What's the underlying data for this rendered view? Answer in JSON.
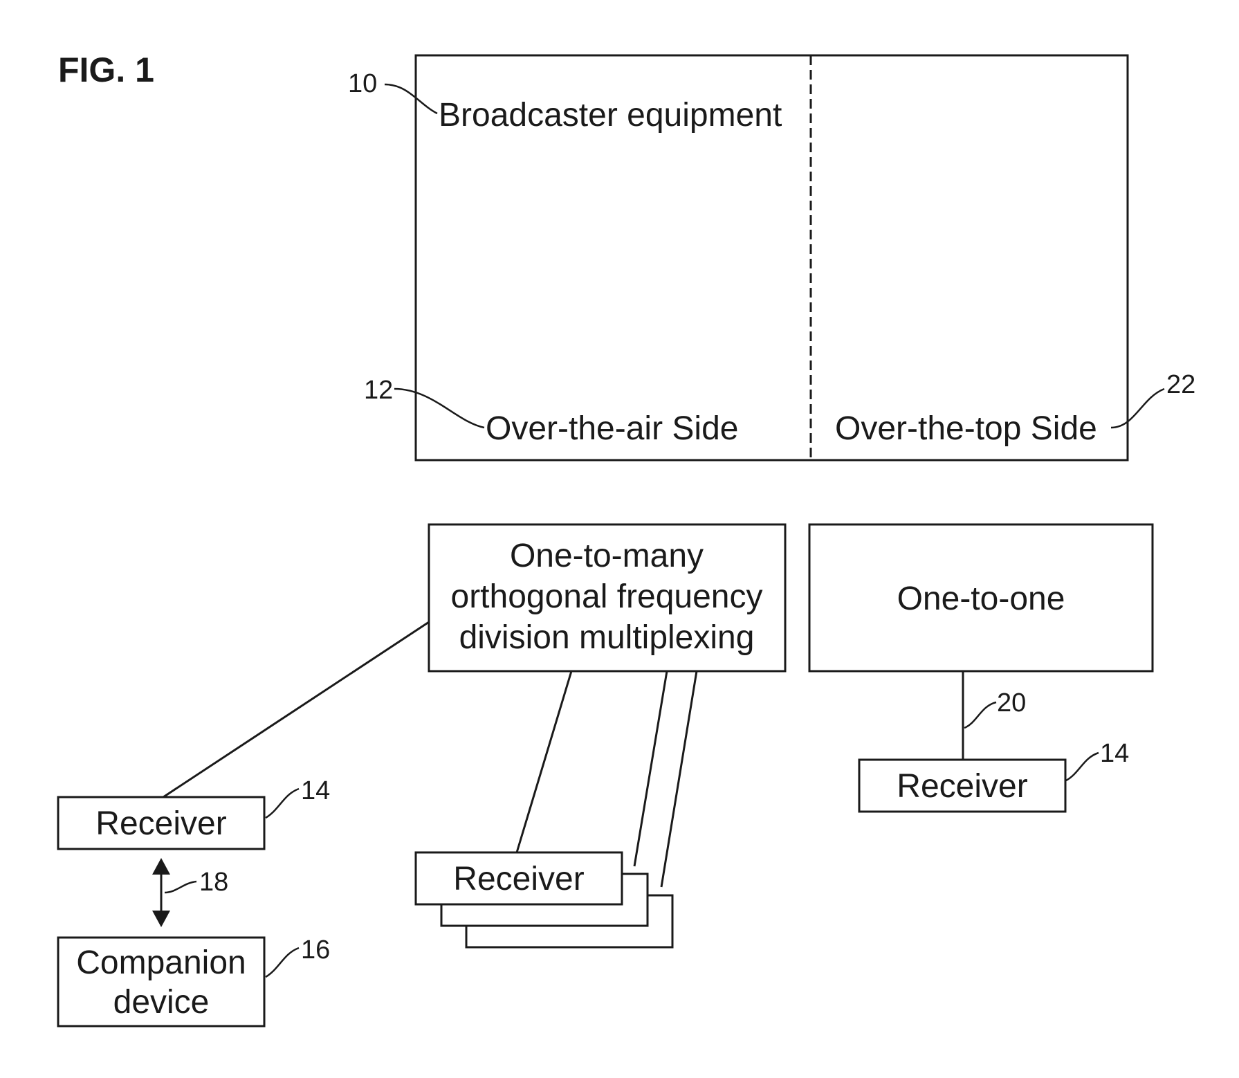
{
  "figure_label": "FIG. 1",
  "broadcaster": {
    "title": "Broadcaster equipment",
    "ref": "10",
    "ota_side": "Over-the-air Side",
    "ota_ref": "12",
    "ott_side": "Over-the-top Side",
    "ott_ref": "22"
  },
  "one_to_many": {
    "line1": "One-to-many",
    "line2": "orthogonal frequency",
    "line3": "division multiplexing"
  },
  "one_to_one": {
    "label": "One-to-one",
    "link_ref": "20",
    "receiver_label": "Receiver",
    "receiver_ref": "14"
  },
  "left_receiver": {
    "label": "Receiver",
    "ref": "14",
    "link_ref": "18"
  },
  "companion": {
    "line1": "Companion",
    "line2": "device",
    "ref": "16"
  },
  "stacked_receiver": {
    "label": "Receiver"
  }
}
